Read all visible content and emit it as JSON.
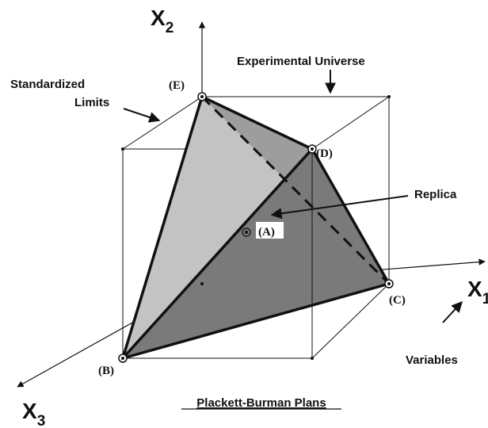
{
  "axes": {
    "x1_main": "X",
    "x1_sub": "1",
    "x2_main": "X",
    "x2_sub": "2",
    "x3_main": "X",
    "x3_sub": "3"
  },
  "callouts": {
    "experimental_universe": "Experimental Universe",
    "standardized_limits_line1": "Standardized",
    "standardized_limits_line2": "Limits",
    "replica": "Replica",
    "variables": "Variables"
  },
  "points": {
    "a": "(A)",
    "b": "(B)",
    "c": "(C)",
    "d": "(D)",
    "e": "(E)"
  },
  "caption": "Plackett-Burman Plans",
  "colors": {
    "face_light": "#c3c3c3",
    "face_mid": "#9d9d9d",
    "face_dark": "#7a7a7a",
    "line": "#111111"
  }
}
